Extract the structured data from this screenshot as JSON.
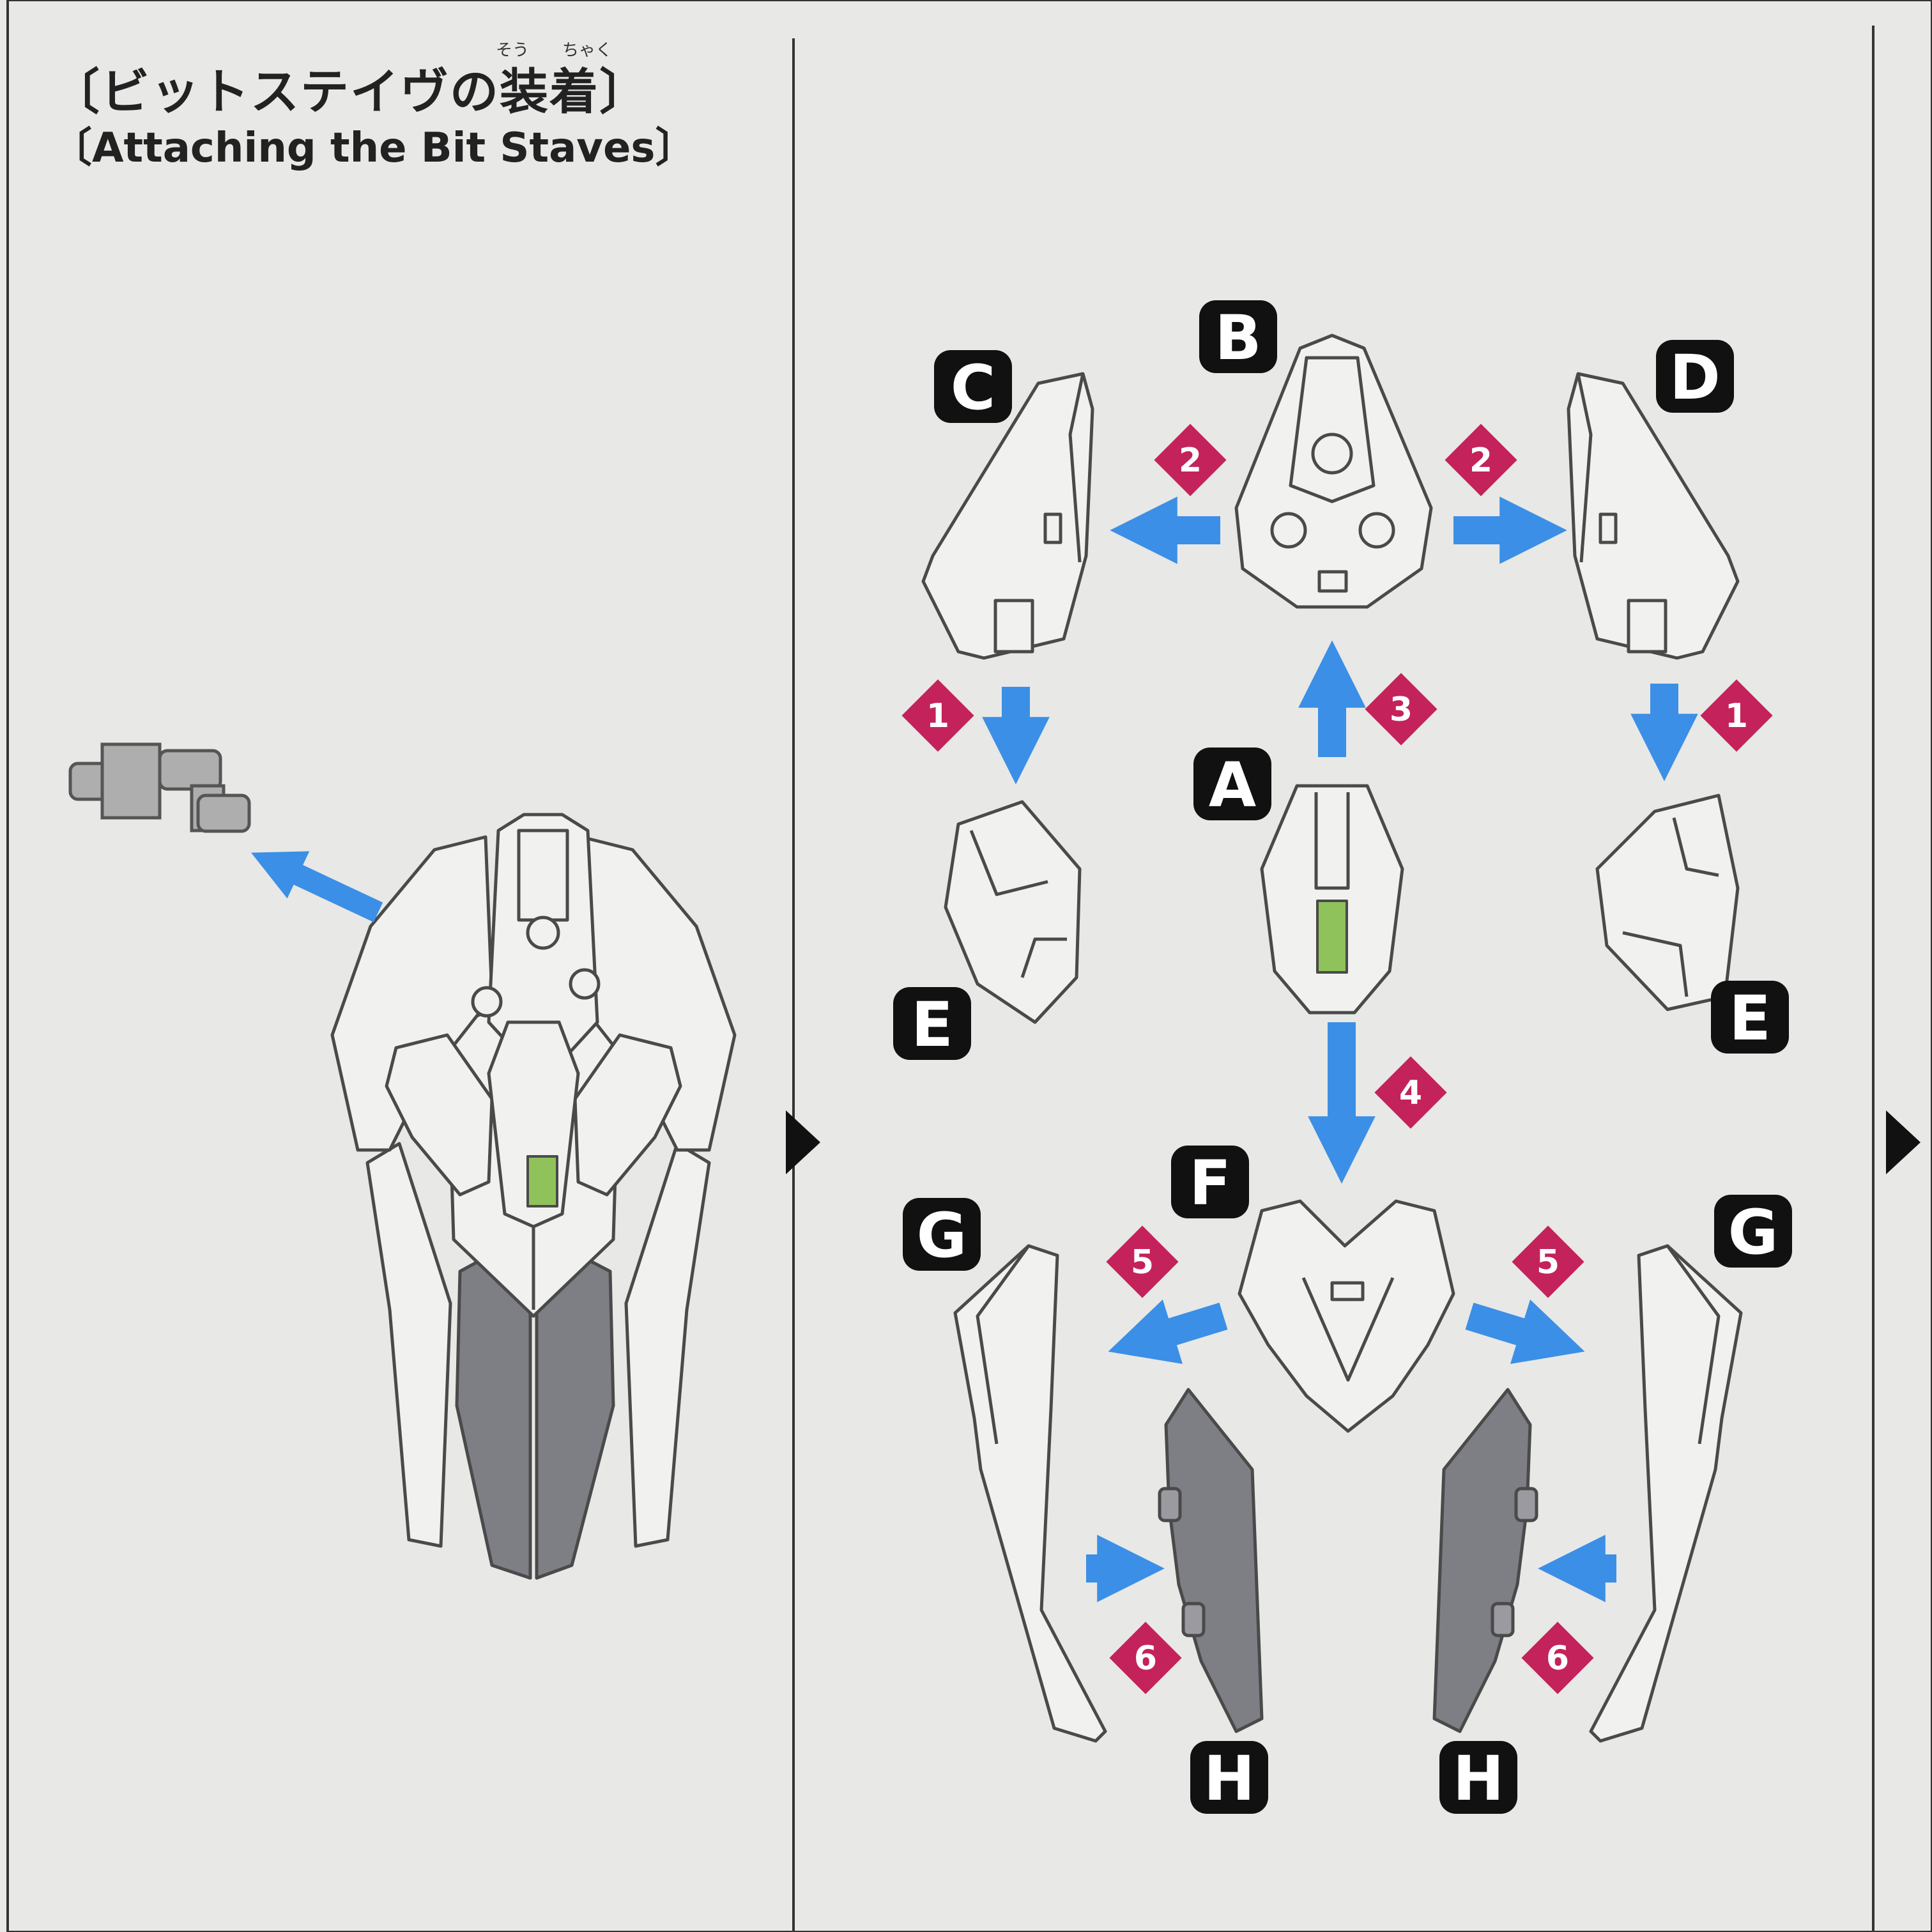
{
  "title": {
    "ja": "〔ビットステイヴの装着〕",
    "ruby_so": "そう",
    "ruby_chaku": "ちゃく",
    "en": "〔Attaching the Bit Staves〕"
  },
  "part_labels": {
    "a": "A",
    "b": "B",
    "c": "C",
    "d": "D",
    "e_left": "E",
    "e_right": "E",
    "f": "F",
    "g_left": "G",
    "g_right": "G",
    "h_left": "H",
    "h_right": "H"
  },
  "step_numbers": {
    "step1_left": "1",
    "step1_right": "1",
    "step2_left": "2",
    "step2_right": "2",
    "step3": "3",
    "step4": "4",
    "step5_left": "5",
    "step5_right": "5",
    "step6_left": "6",
    "step6_right": "6"
  },
  "colors": {
    "arrow": "#3b8fe6",
    "step_badge": "#c4225a",
    "label_bg": "#111111",
    "part_fill": "#f1f1ef",
    "part_outline": "#4a4a4a",
    "dark_part": "#7e7e85",
    "clear_part": "#8fc25a",
    "background": "#e8e8e6"
  }
}
